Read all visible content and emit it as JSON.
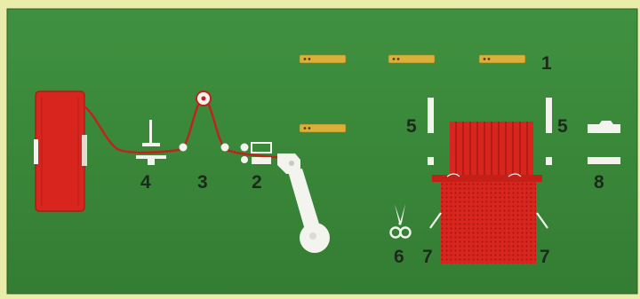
{
  "labels": {
    "sinker_bars": "1",
    "yarn_guide_unit": "2",
    "tension_roller": "3",
    "yarn_holder": "4",
    "side_guide": "5",
    "scissors": "6",
    "fabric_weight": "7",
    "end_clamp": "8"
  },
  "colors": {
    "frame": "#e9eda9",
    "board": "#3a8a38",
    "yarn_red": "#d42a22",
    "part_white": "#f4f4ee",
    "wood_bar": "#d9b13a"
  }
}
